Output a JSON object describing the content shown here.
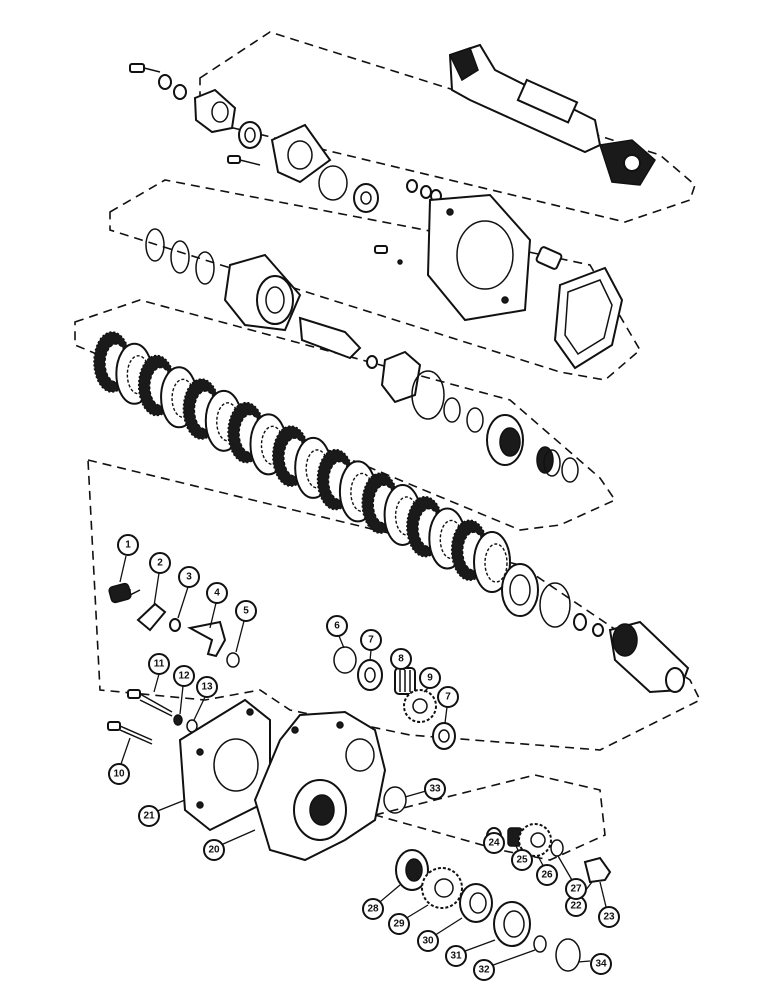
{
  "callouts": [
    {
      "label": "1"
    },
    {
      "label": "2"
    },
    {
      "label": "3"
    },
    {
      "label": "4"
    },
    {
      "label": "5"
    },
    {
      "label": "6"
    },
    {
      "label": "7"
    },
    {
      "label": "8"
    },
    {
      "label": "9"
    },
    {
      "label": "7"
    },
    {
      "label": "10"
    },
    {
      "label": "11"
    },
    {
      "label": "12"
    },
    {
      "label": "13"
    },
    {
      "label": "20"
    },
    {
      "label": "21"
    },
    {
      "label": "22"
    },
    {
      "label": "23"
    },
    {
      "label": "24"
    },
    {
      "label": "25"
    },
    {
      "label": "26"
    },
    {
      "label": "27"
    },
    {
      "label": "28"
    },
    {
      "label": "29"
    },
    {
      "label": "30"
    },
    {
      "label": "31"
    },
    {
      "label": "32"
    },
    {
      "label": "33"
    },
    {
      "label": "34"
    }
  ],
  "colors": {
    "ink": "#111111",
    "paper": "#ffffff"
  }
}
